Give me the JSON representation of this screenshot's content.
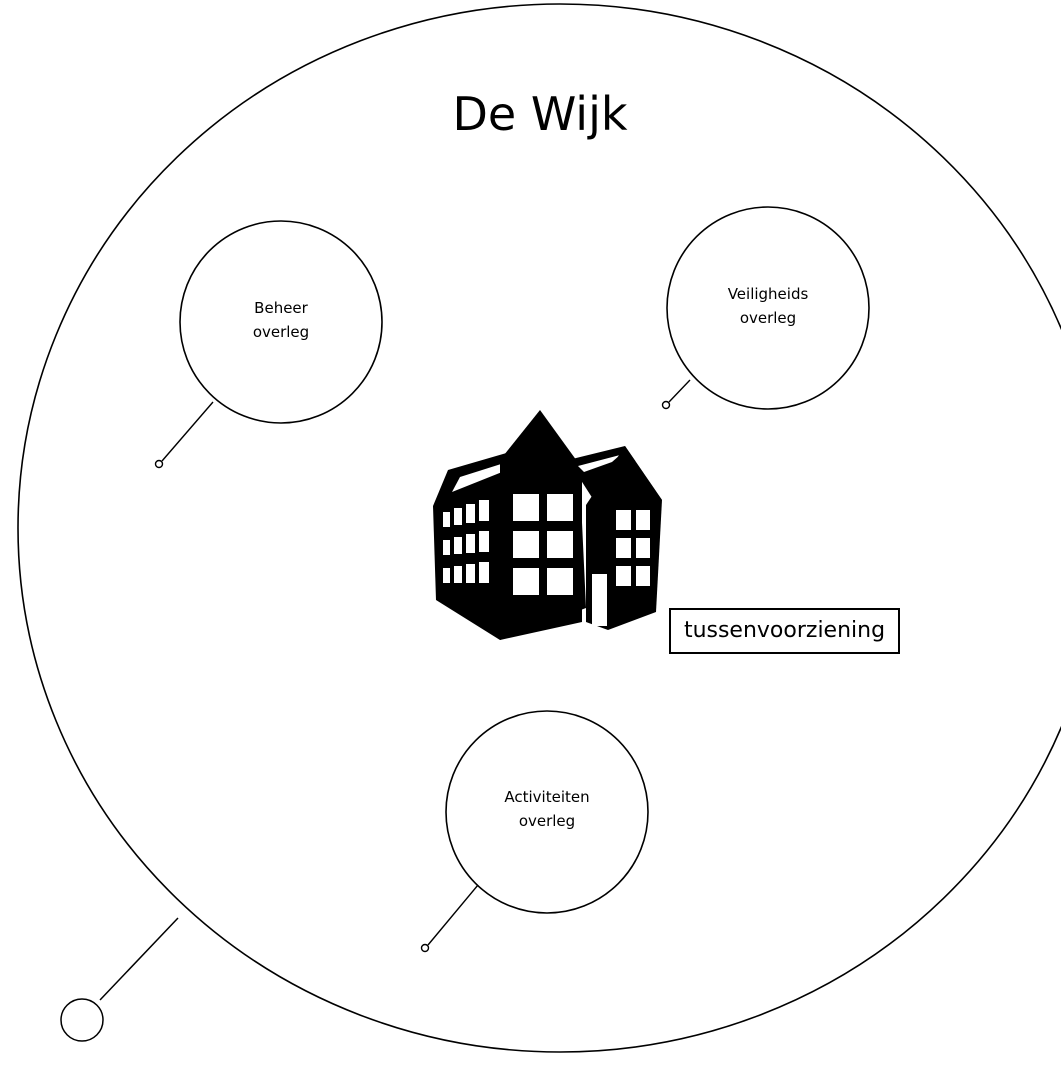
{
  "diagram": {
    "title": "De Wijk",
    "nodes": [
      {
        "id": "beheer",
        "line1": "Beheer",
        "line2": "overleg"
      },
      {
        "id": "veiligheid",
        "line1": "Veiligheids",
        "line2": "overleg"
      },
      {
        "id": "activiteiten",
        "line1": "Activiteiten",
        "line2": "overleg"
      }
    ],
    "building": {
      "icon": "building-icon",
      "label": "tussenvoorziening"
    }
  },
  "colors": {
    "stroke": "#000000",
    "background": "#ffffff"
  }
}
